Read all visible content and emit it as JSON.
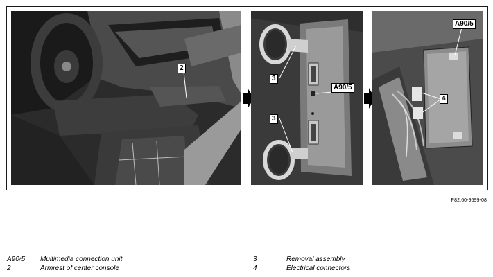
{
  "figure_code": "P82.60-9599-08",
  "callouts": {
    "armrest": "2",
    "removal_top": "3",
    "removal_bottom": "3",
    "connection_unit_mid": "A90/5",
    "connection_unit_right": "A90/5",
    "connectors": "4"
  },
  "legend": {
    "left": [
      {
        "code": "A90/5",
        "text": "Multimedia connection unit"
      },
      {
        "code": "2",
        "text": "Armrest of center console"
      }
    ],
    "right": [
      {
        "code": "3",
        "text": "Removal assembly"
      },
      {
        "code": "4",
        "text": "Electrical connectors"
      }
    ]
  }
}
